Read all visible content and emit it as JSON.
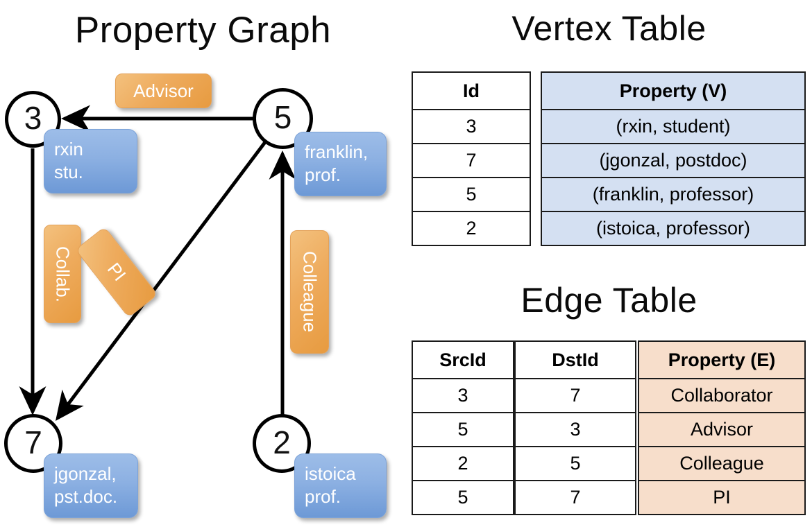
{
  "titles": {
    "property_graph": "Property Graph",
    "vertex_table": "Vertex Table",
    "edge_table": "Edge Table"
  },
  "graph": {
    "nodes": [
      {
        "id": "3",
        "name": "rxin",
        "role": "stu."
      },
      {
        "id": "5",
        "name": "franklin,",
        "role": "prof."
      },
      {
        "id": "7",
        "name": "jgonzal,",
        "role": "pst.doc."
      },
      {
        "id": "2",
        "name": "istoica",
        "role": "prof."
      }
    ],
    "edge_labels": {
      "advisor": "Advisor",
      "collab": "Collab.",
      "pi": "PI",
      "colleague": "Colleague"
    }
  },
  "vertex_table": {
    "headers": {
      "id": "Id",
      "property": "Property (V)"
    },
    "rows": [
      {
        "id": "3",
        "property": "(rxin, student)"
      },
      {
        "id": "7",
        "property": "(jgonzal, postdoc)"
      },
      {
        "id": "5",
        "property": "(franklin, professor)"
      },
      {
        "id": "2",
        "property": "(istoica, professor)"
      }
    ]
  },
  "edge_table": {
    "headers": {
      "src": "SrcId",
      "dst": "DstId",
      "property": "Property (E)"
    },
    "rows": [
      {
        "src": "3",
        "dst": "7",
        "property": "Collaborator"
      },
      {
        "src": "5",
        "dst": "3",
        "property": "Advisor"
      },
      {
        "src": "2",
        "dst": "5",
        "property": "Colleague"
      },
      {
        "src": "5",
        "dst": "7",
        "property": "PI"
      }
    ]
  },
  "colors": {
    "vertex_fill": "#d4e0f2",
    "edge_fill": "#f7decb",
    "node_bubble": "#8cb0e2",
    "edge_bubble": "#eeab5d",
    "stroke": "#000000"
  }
}
